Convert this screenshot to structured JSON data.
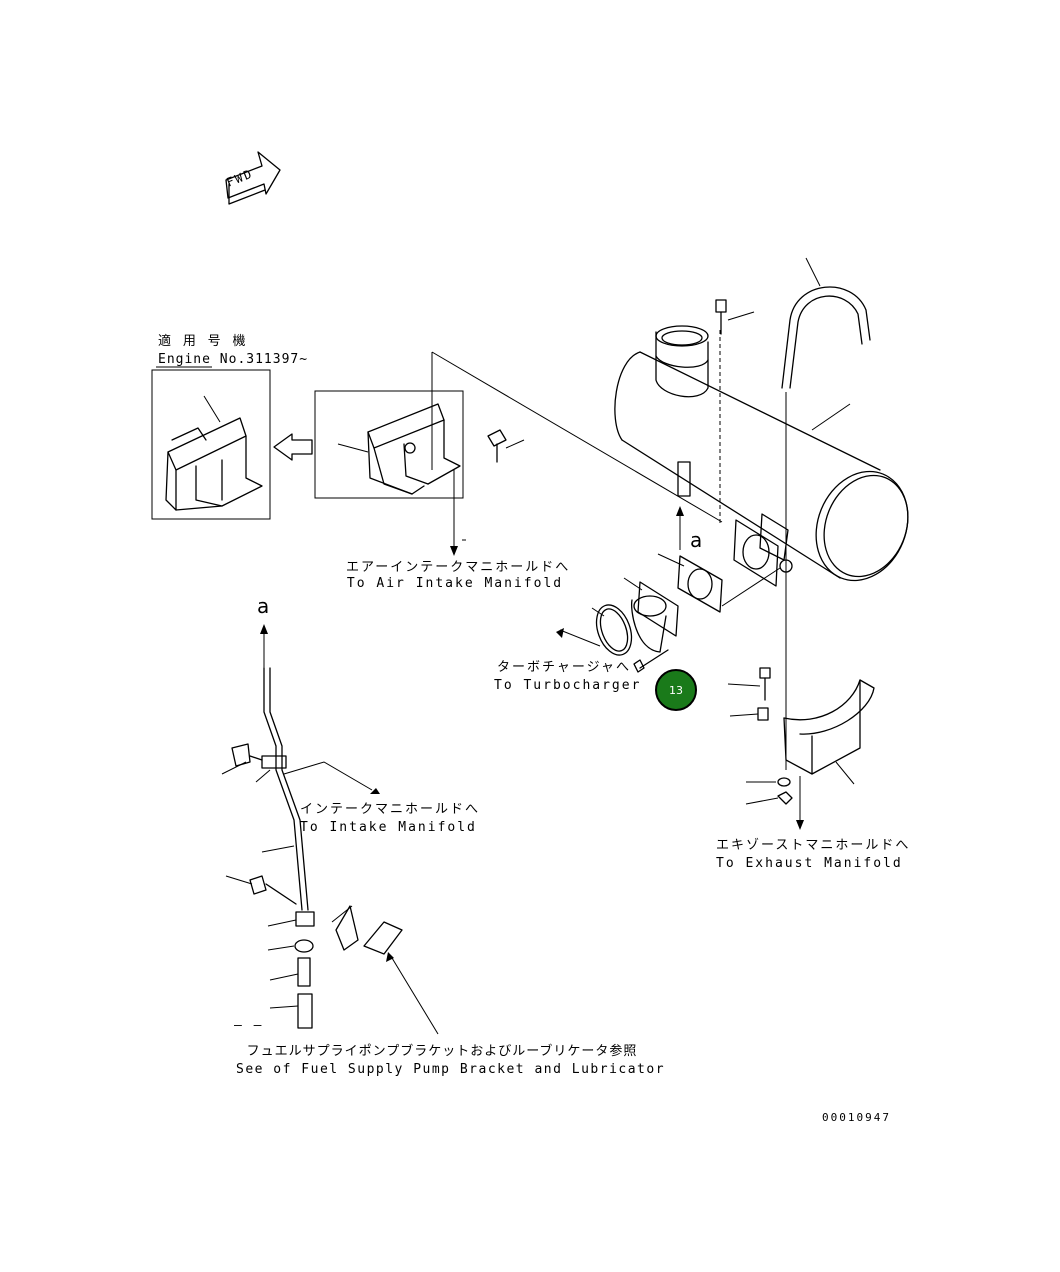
{
  "direction_mark": "FWD",
  "applicable_engine": {
    "jp": "適 用 号 機",
    "en": "Engine No.311397~"
  },
  "view_marker": "a",
  "callouts": {
    "air_intake": {
      "jp": "エアーインテークマニホールドへ",
      "en": "To Air Intake Manifold"
    },
    "turbocharger": {
      "jp": "ターボチャージャへ",
      "en": "To Turbocharger"
    },
    "intake_manifold": {
      "jp": "インテークマニホールドへ",
      "en": "To Intake Manifold"
    },
    "exhaust_manifold": {
      "jp": "エキゾーストマニホールドへ",
      "en": "To Exhaust Manifold"
    },
    "fuel_pump": {
      "jp": "フュエルサプライポンプブラケットおよびルーブリケータ参照",
      "en": "See of Fuel Supply Pump Bracket and Lubricator"
    }
  },
  "part_badge": {
    "number": "13",
    "color": "#1a7a1a"
  },
  "dash_marker": "– –",
  "drawing_number": "00010947"
}
